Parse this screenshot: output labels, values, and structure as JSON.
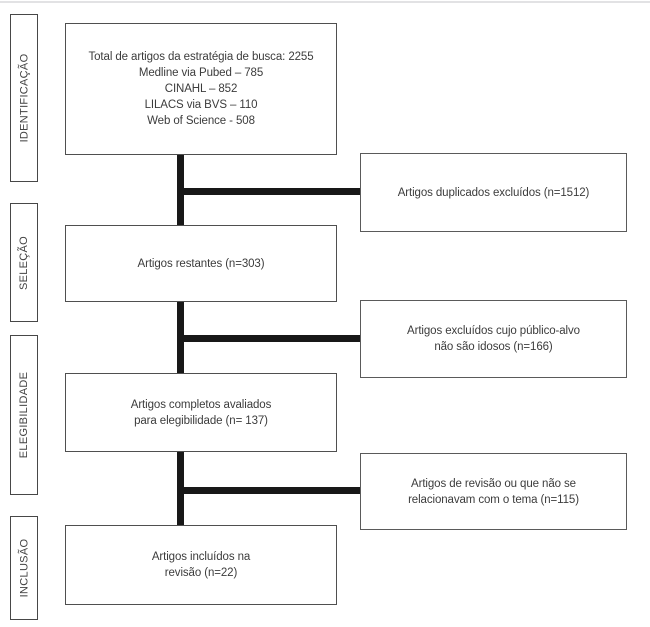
{
  "flow": {
    "stage_labels": [
      {
        "label": "IDENTIFICAÇÃO"
      },
      {
        "label": "SELEÇÃO"
      },
      {
        "label": "ELEGIBILIDADE"
      },
      {
        "label": "INCLUSÃO"
      }
    ],
    "main_boxes": [
      {
        "lines": [
          "Total de artigos da estratégia de busca: 2255",
          "Medline via Pubed – 785",
          "CINAHL – 852",
          "LILACS via BVS – 110",
          "Web of Science - 508"
        ]
      },
      {
        "lines": [
          "Artigos restantes (n=303)"
        ]
      },
      {
        "lines": [
          "Artigos completos avaliados",
          "para elegibilidade (n= 137)"
        ]
      },
      {
        "lines": [
          "Artigos incluídos na",
          "revisão (n=22)"
        ]
      }
    ],
    "side_boxes": [
      {
        "lines": [
          "Artigos duplicados excluídos (n=1512)"
        ]
      },
      {
        "lines": [
          "Artigos excluídos cujo público-alvo",
          "não são idosos (n=166)"
        ]
      },
      {
        "lines": [
          "Artigos de revisão ou que não se",
          "relacionavam com o tema (n=115)"
        ]
      }
    ],
    "colors": {
      "box_border": "#4f4f4f",
      "text": "#3c3c3c",
      "connector": "#181818",
      "background": "#ffffff"
    }
  }
}
